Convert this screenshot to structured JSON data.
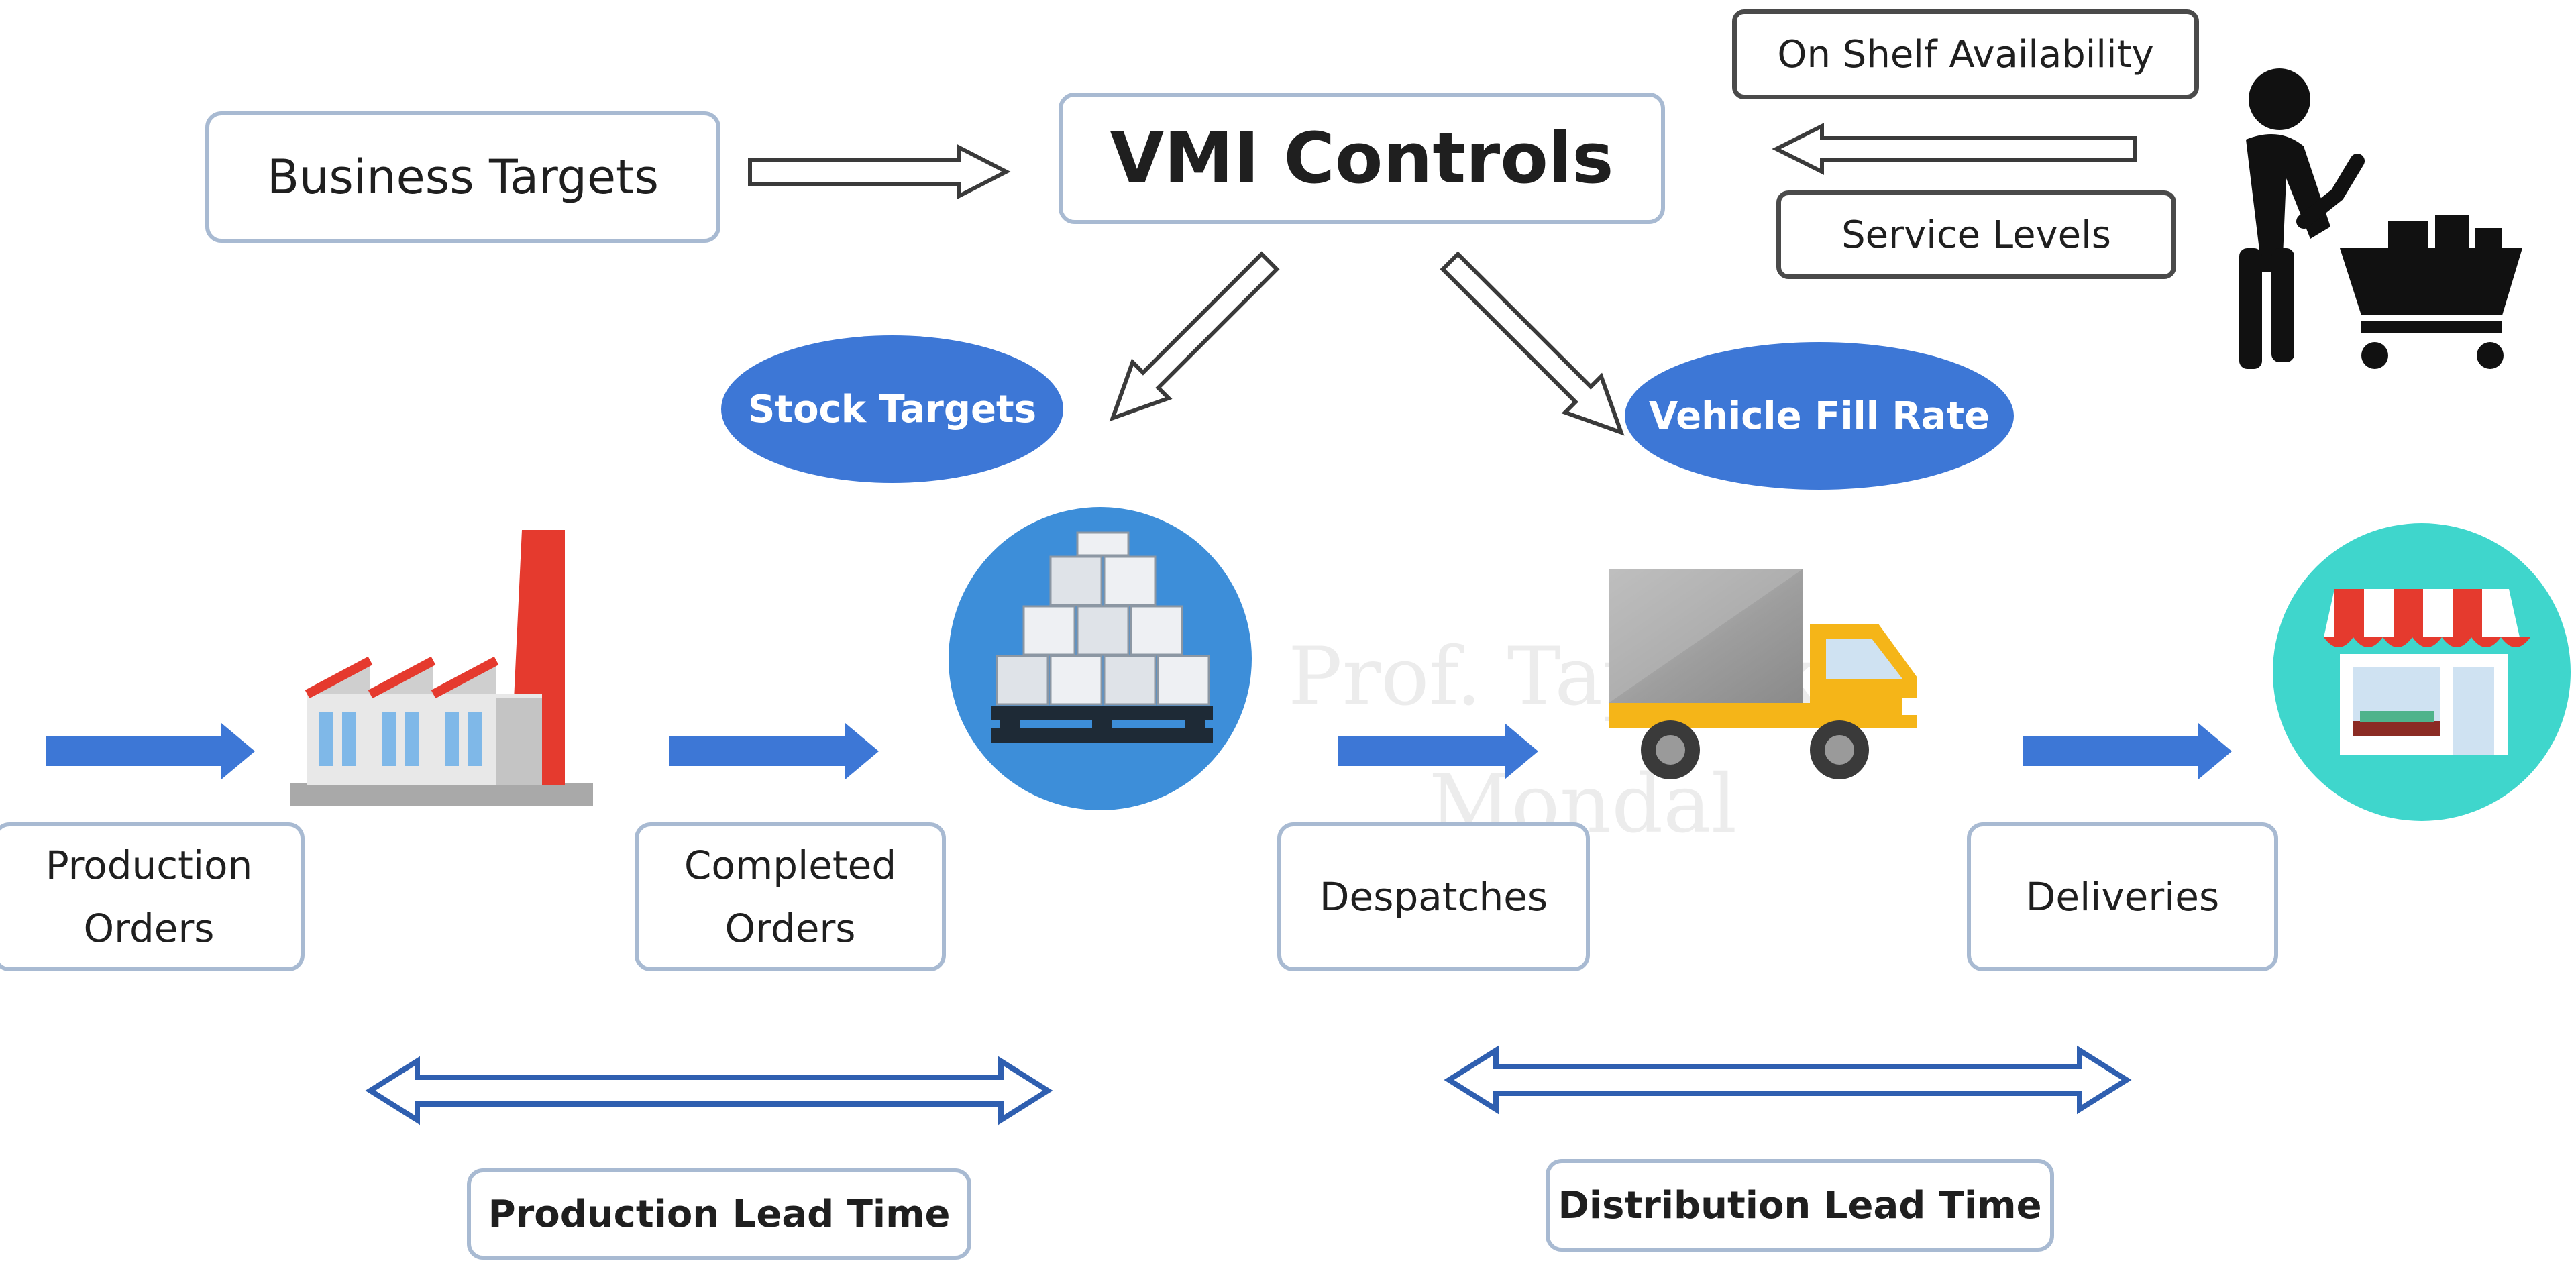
{
  "top": {
    "business_targets": "Business Targets",
    "vmi_controls": "VMI Controls",
    "on_shelf_availability": "On Shelf Availability",
    "service_levels": "Service Levels"
  },
  "ellipses": {
    "stock_targets": "Stock Targets",
    "vehicle_fill_rate": "Vehicle Fill Rate"
  },
  "flow": {
    "production_orders": [
      "Production",
      "Orders"
    ],
    "completed_orders": [
      "Completed",
      "Orders"
    ],
    "despatches": "Despatches",
    "deliveries": "Deliveries"
  },
  "lead_times": {
    "production": "Production Lead Time",
    "distribution": "Distribution Lead Time"
  },
  "watermark": [
    "Prof. Tapas k",
    "Mondal"
  ],
  "icons": {
    "factory": "factory-icon",
    "pallet": "pallet-boxes-icon",
    "truck": "truck-icon",
    "store": "store-icon",
    "shopper": "shopper-cart-icon"
  },
  "colors": {
    "accent_blue": "#3d77d6",
    "box_border": "#a8bad2",
    "teal": "#3fd6cc",
    "factory_red": "#e53a2e",
    "truck_yellow": "#f5b518"
  }
}
